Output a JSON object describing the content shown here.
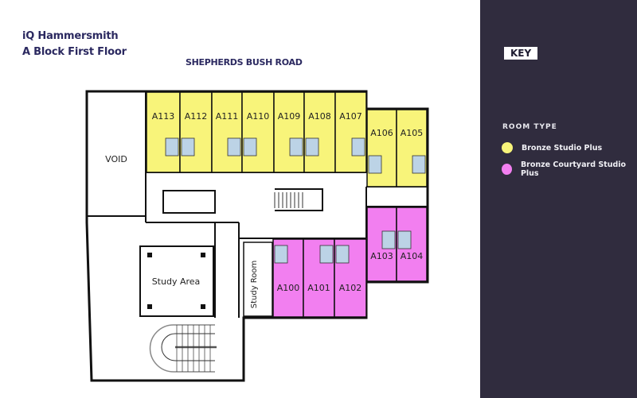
{
  "header": {
    "building": "iQ Hammersmith",
    "floor": "A Block First Floor",
    "road": "SHEPHERDS BUSH ROAD"
  },
  "plan": {
    "void_label": "VOID",
    "study_area": "Study Area",
    "study_room": "Study Room",
    "rooms": [
      {
        "id": "A113",
        "type": "bronze"
      },
      {
        "id": "A112",
        "type": "bronze"
      },
      {
        "id": "A111",
        "type": "bronze"
      },
      {
        "id": "A110",
        "type": "bronze"
      },
      {
        "id": "A109",
        "type": "bronze"
      },
      {
        "id": "A108",
        "type": "bronze"
      },
      {
        "id": "A107",
        "type": "bronze"
      },
      {
        "id": "A106",
        "type": "bronze"
      },
      {
        "id": "A105",
        "type": "bronze"
      },
      {
        "id": "A100",
        "type": "courtyard"
      },
      {
        "id": "A101",
        "type": "courtyard"
      },
      {
        "id": "A102",
        "type": "courtyard"
      },
      {
        "id": "A103",
        "type": "courtyard"
      },
      {
        "id": "A104",
        "type": "courtyard"
      }
    ]
  },
  "key": {
    "title": "KEY",
    "section": "ROOM TYPE",
    "items": [
      {
        "label": "Bronze Studio Plus",
        "color": "#f8f47a"
      },
      {
        "label": "Bronze Courtyard Studio Plus",
        "color": "#f27ff0"
      }
    ]
  },
  "colors": {
    "bronze": "#f8f47a",
    "courtyard": "#f27ff0",
    "panel": "#302c3e"
  }
}
